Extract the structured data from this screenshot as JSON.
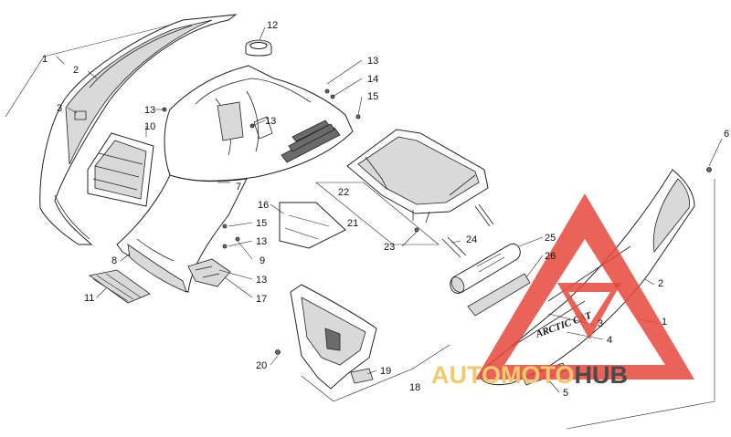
{
  "diagram": {
    "callouts": [
      {
        "id": "c1a",
        "label": "1"
      },
      {
        "id": "c2a",
        "label": "2"
      },
      {
        "id": "c3a",
        "label": "3"
      },
      {
        "id": "c13a",
        "label": "13"
      },
      {
        "id": "c10",
        "label": "10"
      },
      {
        "id": "c12",
        "label": "12"
      },
      {
        "id": "c13b",
        "label": "13"
      },
      {
        "id": "c14",
        "label": "14"
      },
      {
        "id": "c15a",
        "label": "15"
      },
      {
        "id": "c13c",
        "label": "13"
      },
      {
        "id": "c7",
        "label": "7"
      },
      {
        "id": "c16",
        "label": "16"
      },
      {
        "id": "c15b",
        "label": "15"
      },
      {
        "id": "c13d",
        "label": "13"
      },
      {
        "id": "c9",
        "label": "9"
      },
      {
        "id": "c8",
        "label": "8"
      },
      {
        "id": "c13e",
        "label": "13"
      },
      {
        "id": "c11",
        "label": "11"
      },
      {
        "id": "c17",
        "label": "17"
      },
      {
        "id": "c22",
        "label": "22"
      },
      {
        "id": "c21",
        "label": "21"
      },
      {
        "id": "c23",
        "label": "23"
      },
      {
        "id": "c24",
        "label": "24"
      },
      {
        "id": "c25",
        "label": "25"
      },
      {
        "id": "c26",
        "label": "26"
      },
      {
        "id": "c6",
        "label": "6"
      },
      {
        "id": "c2b",
        "label": "2"
      },
      {
        "id": "c3b",
        "label": "3"
      },
      {
        "id": "c1b",
        "label": "1"
      },
      {
        "id": "c4",
        "label": "4"
      },
      {
        "id": "c5",
        "label": "5"
      },
      {
        "id": "c20",
        "label": "20"
      },
      {
        "id": "c19",
        "label": "19"
      },
      {
        "id": "c18",
        "label": "18"
      }
    ],
    "decal_text": "ARCTIC CAT"
  },
  "watermark": {
    "text_parts": [
      "AUTO",
      "MOTO",
      "HUB"
    ],
    "colors": {
      "auto": "#f3c96f",
      "moto": "#f3c96f",
      "hub": "#4a4a4a",
      "triangle": "#e8463c"
    }
  }
}
